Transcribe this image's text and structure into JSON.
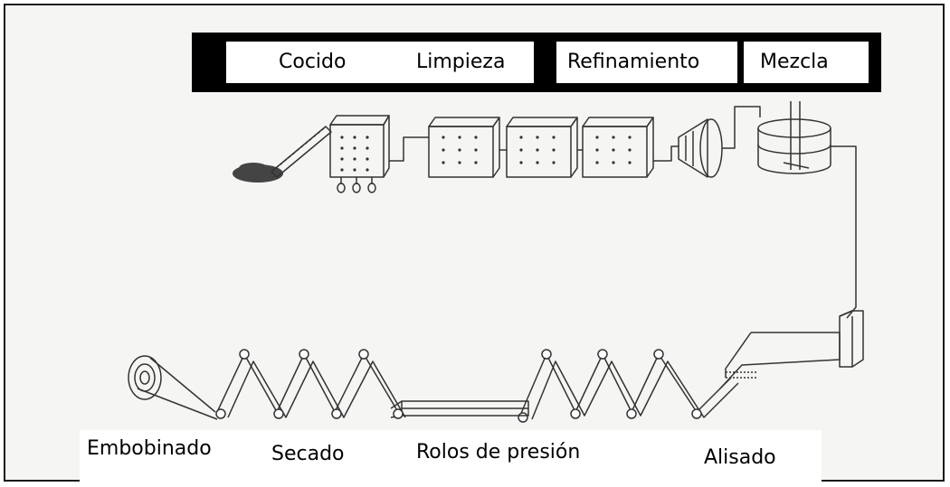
{
  "top_labels": {
    "cocido": "Cocido",
    "limpieza": "Limpieza",
    "refinamiento": "Refinamiento",
    "mezcla": "Mezcla"
  },
  "bottom_labels": {
    "embobinado": "Embobinado",
    "secado": "Secado",
    "rolos": "Rolos de presión",
    "alisado": "Alisado"
  }
}
